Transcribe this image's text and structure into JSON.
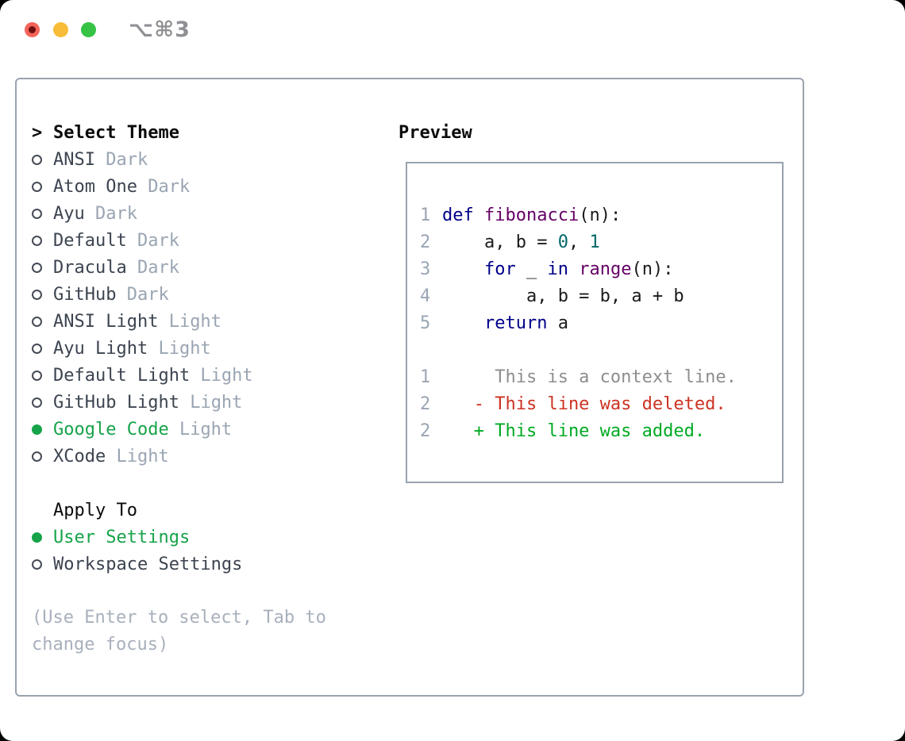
{
  "titlebar": {
    "shortcut": "⌥⌘3",
    "traffic_lights": [
      {
        "name": "close",
        "color": "#f4645a"
      },
      {
        "name": "minimize",
        "color": "#f8bc37"
      },
      {
        "name": "zoom",
        "color": "#35c245"
      }
    ]
  },
  "selector": {
    "prompt_marker": ">",
    "title": "Select Theme",
    "themes": [
      {
        "name": "ANSI",
        "variant": "Dark",
        "selected": false
      },
      {
        "name": "Atom One",
        "variant": "Dark",
        "selected": false
      },
      {
        "name": "Ayu",
        "variant": "Dark",
        "selected": false
      },
      {
        "name": "Default",
        "variant": "Dark",
        "selected": false
      },
      {
        "name": "Dracula",
        "variant": "Dark",
        "selected": false
      },
      {
        "name": "GitHub",
        "variant": "Dark",
        "selected": false
      },
      {
        "name": "ANSI Light",
        "variant": "Light",
        "selected": false
      },
      {
        "name": "Ayu Light",
        "variant": "Light",
        "selected": false
      },
      {
        "name": "Default Light",
        "variant": "Light",
        "selected": false
      },
      {
        "name": "GitHub Light",
        "variant": "Light",
        "selected": false
      },
      {
        "name": "Google Code",
        "variant": "Light",
        "selected": true
      },
      {
        "name": "XCode",
        "variant": "Light",
        "selected": false
      }
    ],
    "apply_to": {
      "title": "Apply To",
      "options": [
        {
          "label": "User Settings",
          "selected": true
        },
        {
          "label": "Workspace Settings",
          "selected": false
        }
      ]
    },
    "help_text": "(Use Enter to select, Tab to change focus)"
  },
  "preview": {
    "title": "Preview",
    "code_lines": [
      {
        "num": "1",
        "segments": [
          {
            "t": "def",
            "c": "kw"
          },
          {
            "t": " "
          },
          {
            "t": "fibonacci",
            "c": "fn"
          },
          {
            "t": "(n):"
          }
        ]
      },
      {
        "num": "2",
        "segments": [
          {
            "t": "    a, b = "
          },
          {
            "t": "0",
            "c": "lit"
          },
          {
            "t": ", "
          },
          {
            "t": "1",
            "c": "lit"
          }
        ]
      },
      {
        "num": "3",
        "segments": [
          {
            "t": "    "
          },
          {
            "t": "for",
            "c": "kw"
          },
          {
            "t": " _ "
          },
          {
            "t": "in",
            "c": "kw"
          },
          {
            "t": " "
          },
          {
            "t": "range",
            "c": "fn"
          },
          {
            "t": "(n):"
          }
        ]
      },
      {
        "num": "4",
        "segments": [
          {
            "t": "        a, b = b, a + b"
          }
        ]
      },
      {
        "num": "5",
        "segments": [
          {
            "t": "    "
          },
          {
            "t": "return",
            "c": "kw"
          },
          {
            "t": " a"
          }
        ]
      }
    ],
    "diff_lines": [
      {
        "num": "1",
        "text": "     This is a context line.",
        "kind": "context"
      },
      {
        "num": "2",
        "text": "   - This line was deleted.",
        "kind": "deleted"
      },
      {
        "num": "2",
        "text": "   + This line was added.",
        "kind": "added"
      }
    ]
  },
  "colors": {
    "selection_green": "#17a34a",
    "keyword_blue": "#000088",
    "function_purple": "#660066",
    "number_teal": "#006666",
    "diff_context_gray": "#8e8e8e",
    "diff_deleted_red": "#cc3322",
    "diff_added_green": "#00aa22",
    "muted_gray": "#9aa5b3",
    "border_gray": "#9aa3af",
    "traffic_red": "#f4645a",
    "traffic_yellow": "#f8bc37",
    "traffic_green": "#35c245"
  }
}
